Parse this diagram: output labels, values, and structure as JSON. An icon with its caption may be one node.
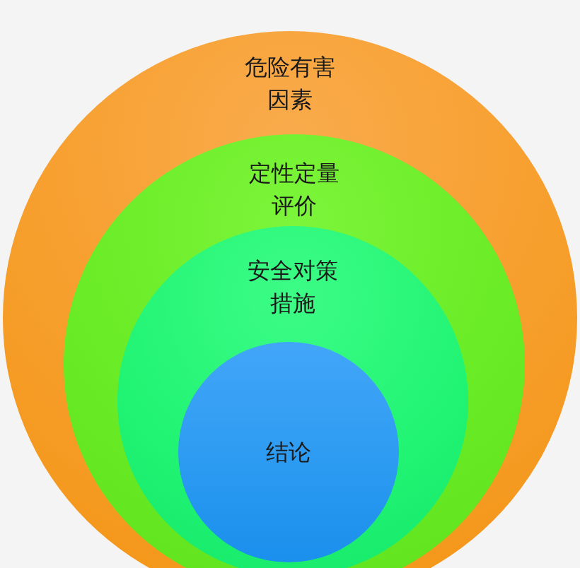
{
  "diagram": {
    "nodes": [
      {
        "text": [
          "危险有害因素"
        ]
      },
      {
        "text": [
          "定性定量评价"
        ],
        "in": 0
      },
      {
        "text": [
          "安全对策措施"
        ],
        "in": 1
      },
      {
        "text": [
          "结论"
        ],
        "in": 2
      }
    ]
  }
}
